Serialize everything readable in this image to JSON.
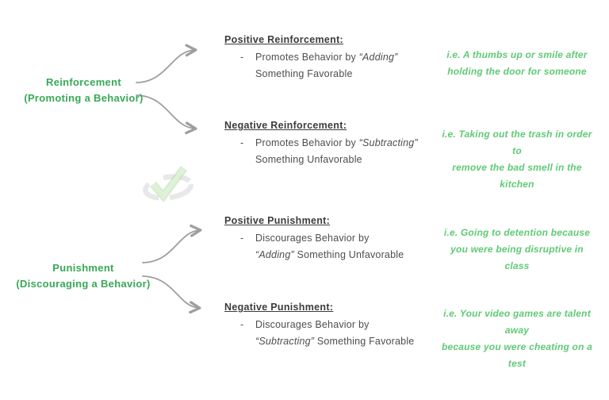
{
  "colors": {
    "label_green": "#38a957",
    "example_green": "#5fca75",
    "heading_text": "#3c3c3c",
    "body_text": "#4e4e4e",
    "arrow_gray": "#9e9e9e",
    "watermark_green": "#cdeac6",
    "watermark_gray": "#e8e8e8"
  },
  "bullet": "-",
  "watermark_icon": "green-check-with-gray-swirl",
  "groups": [
    {
      "label_line1": "Reinforcement",
      "label_line2": "(Promoting a Behavior)",
      "branches": [
        {
          "heading": "Positive Reinforcement:",
          "line1": {
            "pre": "Promotes Behavior by ",
            "italic": "“Adding”",
            "post": ""
          },
          "line2": {
            "pre": "Something Favorable",
            "italic": "",
            "post": ""
          },
          "example_line1": "i.e. A thumbs up or smile after",
          "example_line2": "holding the door for someone"
        },
        {
          "heading": "Negative Reinforcement:",
          "line1": {
            "pre": "Promotes Behavior by ",
            "italic": "“Subtracting”",
            "post": ""
          },
          "line2": {
            "pre": "Something Unfavorable",
            "italic": "",
            "post": ""
          },
          "example_line1": "i.e. Taking out the trash in order to",
          "example_line2": "remove the bad smell in the kitchen"
        }
      ]
    },
    {
      "label_line1": "Punishment",
      "label_line2": "(Discouraging a Behavior)",
      "branches": [
        {
          "heading": "Positive Punishment:",
          "line1": {
            "pre": "Discourages Behavior by",
            "italic": "",
            "post": ""
          },
          "line2": {
            "pre": "",
            "italic": "“Adding”",
            "post": " Something Unfavorable"
          },
          "example_line1": "i.e. Going to detention because",
          "example_line2": "you were being disruptive in class"
        },
        {
          "heading": "Negative Punishment:",
          "line1": {
            "pre": "Discourages Behavior by",
            "italic": "",
            "post": ""
          },
          "line2": {
            "pre": "",
            "italic": "“Subtracting”",
            "post": " Something Favorable"
          },
          "example_line1": "i.e. Your video games are talent away",
          "example_line2": "because you were cheating on a test"
        }
      ]
    }
  ]
}
